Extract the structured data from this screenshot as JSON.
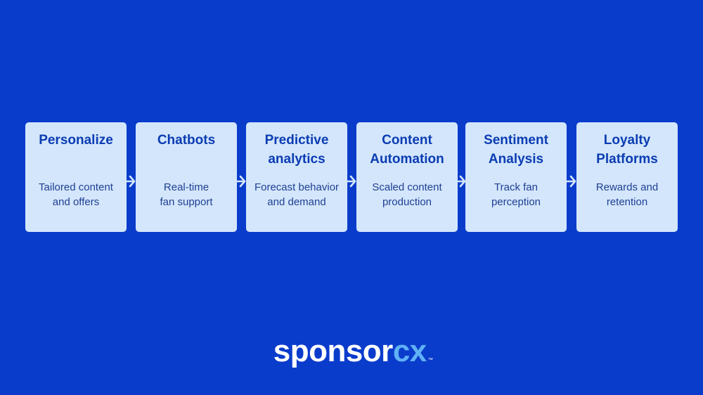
{
  "colors": {
    "background": "#0a3ccc",
    "card": "#d3e6fb",
    "card_title": "#0b3cb3",
    "card_text": "#1f3f93",
    "arrow": "#d3e6fb",
    "logo_white": "#ffffff",
    "logo_accent": "#5fb2f5"
  },
  "flow": {
    "steps": [
      {
        "title": "Personalize",
        "description": "Tailored content\nand offers"
      },
      {
        "title": "Chatbots",
        "description": "Real-time\nfan support"
      },
      {
        "title": "Predictive\nanalytics",
        "description": "Forecast behavior\nand demand"
      },
      {
        "title": "Content\nAutomation",
        "description": "Scaled content\nproduction"
      },
      {
        "title": "Sentiment\nAnalysis",
        "description": "Track fan\nperception"
      },
      {
        "title": "Loyalty\nPlatforms",
        "description": "Rewards and\nretention"
      }
    ],
    "connector_icon": "chevron-right-arrow"
  },
  "brand": {
    "logo_text_main": "sponsor",
    "logo_text_accent": "cx",
    "trademark": "™"
  }
}
